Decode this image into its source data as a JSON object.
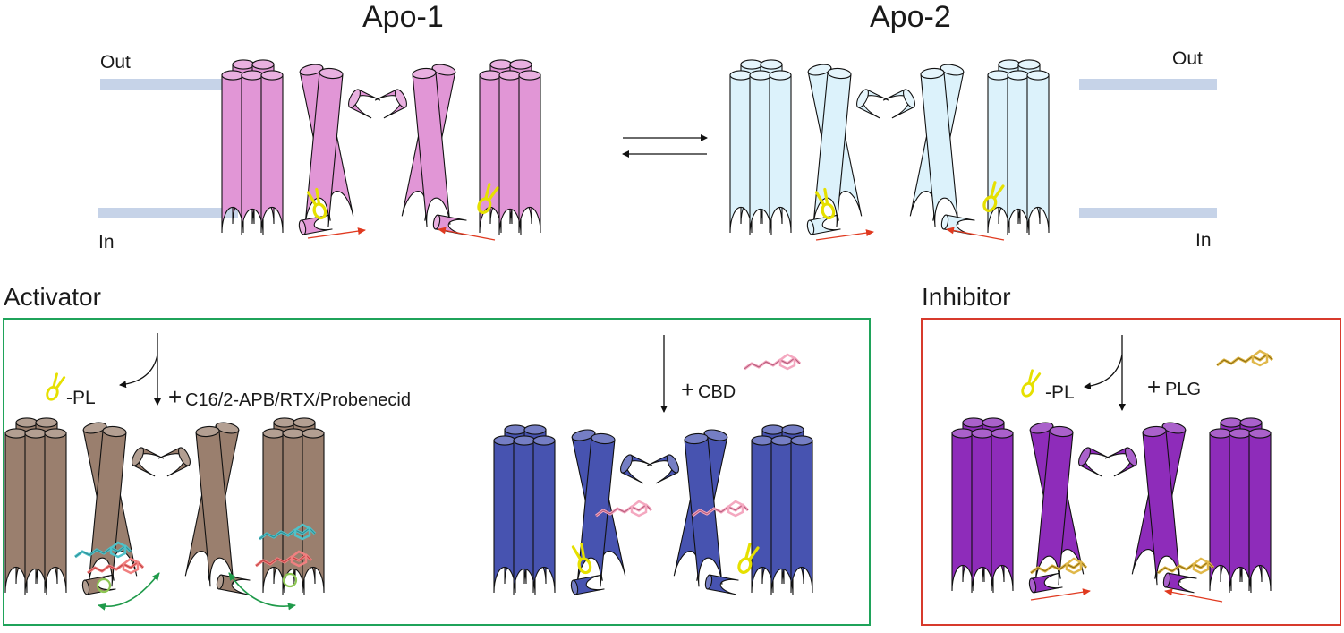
{
  "top": {
    "apo1_title": "Apo-1",
    "apo2_title": "Apo-2",
    "out_label": "Out",
    "in_label": "In"
  },
  "activator": {
    "title": "Activator",
    "pl_label": "-PL",
    "ligand_plus": "+",
    "ligand_label": "C16/2-APB/RTX/Probenecid",
    "cbd_plus": "+",
    "cbd_label": "CBD"
  },
  "inhibitor": {
    "title": "Inhibitor",
    "pl_label": "-PL",
    "plg_plus": "+",
    "plg_label": "PLG"
  },
  "colors": {
    "apo1": "#e196d6",
    "apo2": "#dcf2fb",
    "activator_brown": "#9a7f6e",
    "cbd_blue": "#4753b0",
    "inhibitor_purple": "#8e2cba",
    "membrane": "#c6d3e8",
    "activator_box": "#1fa35a",
    "inhibitor_box": "#d73a2c",
    "lipid_yellow": "#e6e000",
    "motion_arrow_red": "#e03a20",
    "motion_arrow_green": "#1f9a4a"
  },
  "icons": [
    "phospholipid-icon",
    "ligand-stick-model-icon",
    "equilibrium-arrows-icon"
  ]
}
